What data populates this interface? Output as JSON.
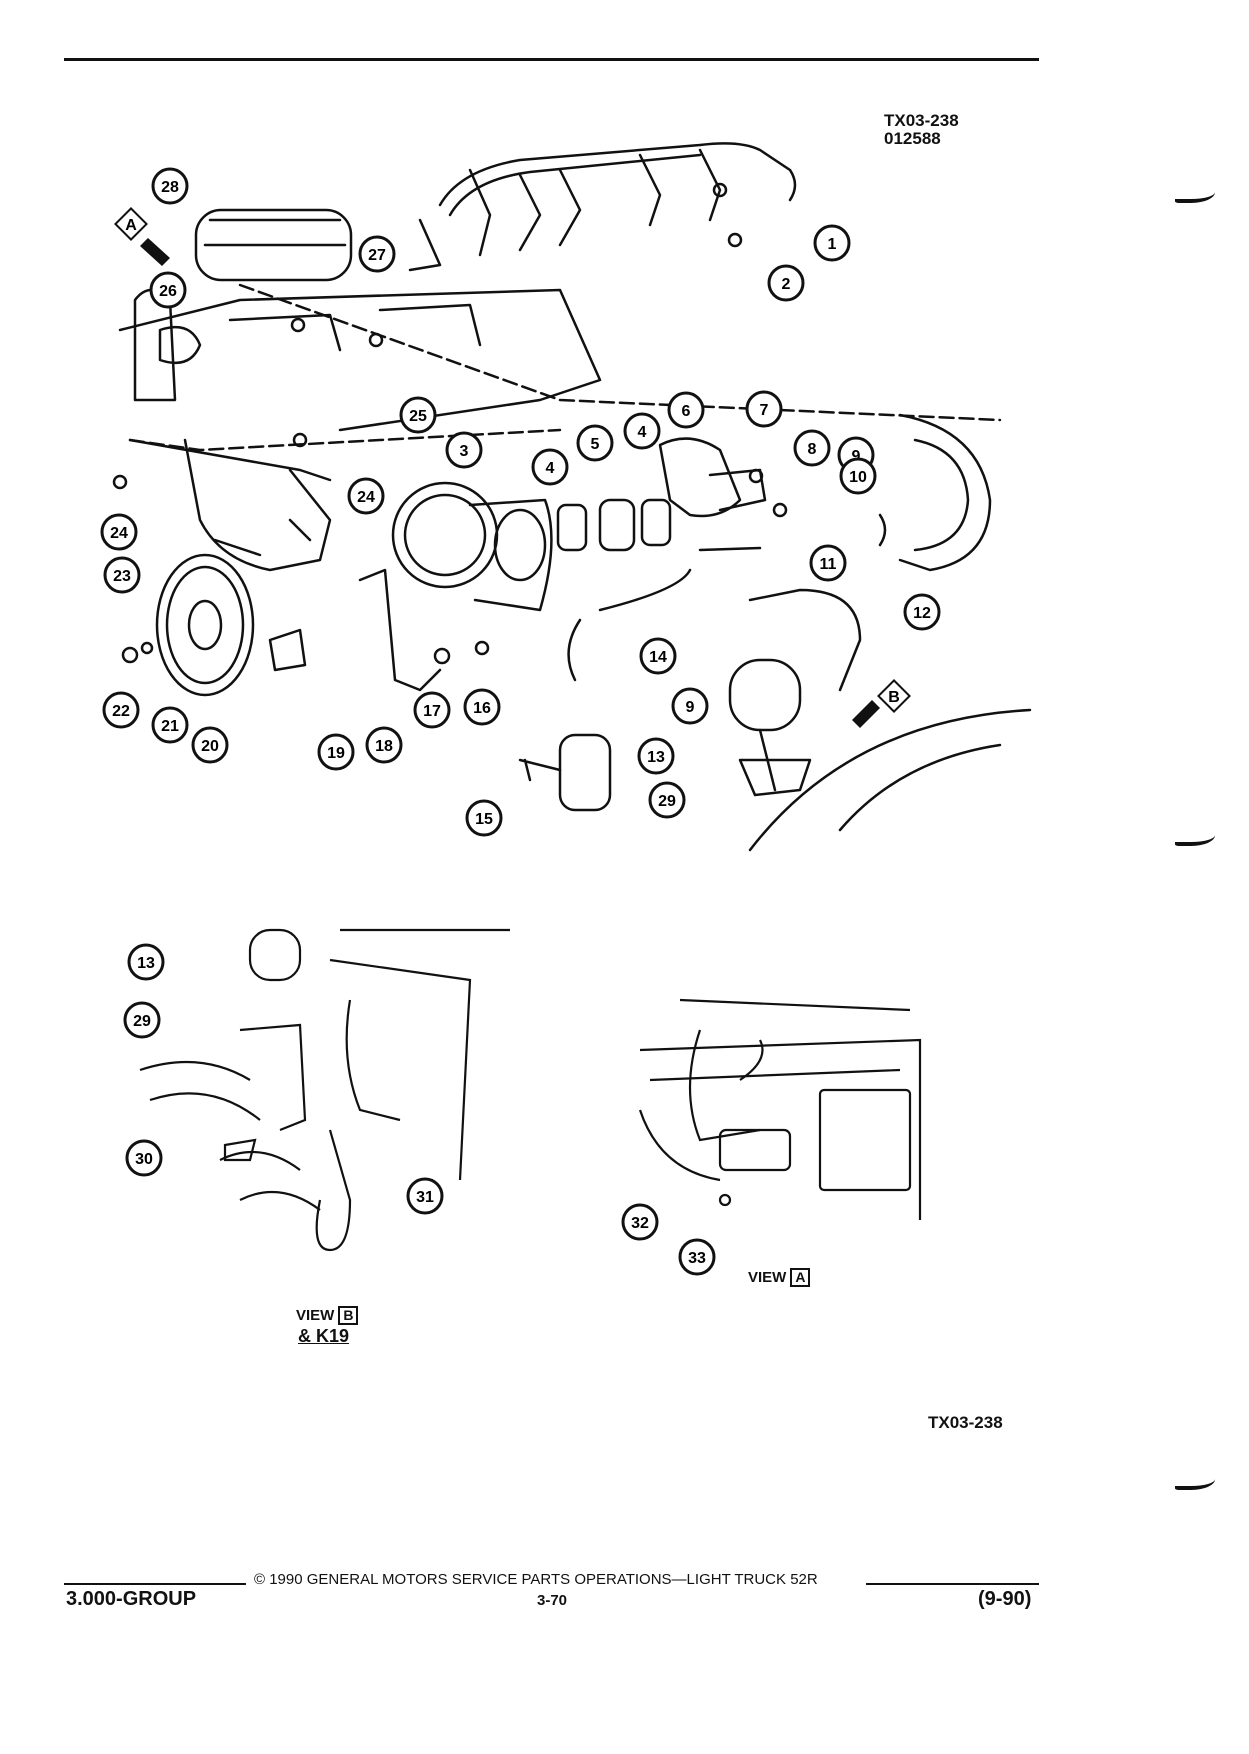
{
  "figure": {
    "id_line1": "TX03-238",
    "id_line2": "012588",
    "id_bottom": "TX03-238"
  },
  "callouts": [
    "1",
    "2",
    "3",
    "4",
    "4",
    "5",
    "6",
    "7",
    "8",
    "9",
    "9",
    "10",
    "11",
    "12",
    "13",
    "13",
    "14",
    "15",
    "16",
    "17",
    "18",
    "19",
    "20",
    "21",
    "22",
    "23",
    "24",
    "24",
    "25",
    "26",
    "27",
    "28",
    "29",
    "29",
    "30",
    "31",
    "32",
    "33"
  ],
  "view_markers": {
    "a": "A",
    "b": "B"
  },
  "views": {
    "b_label": "VIEW",
    "b_letter": "B",
    "b_sub": "& K19",
    "a_label": "VIEW",
    "a_letter": "A"
  },
  "footer": {
    "copyright": "© 1990 GENERAL MOTORS SERVICE PARTS OPERATIONS—LIGHT TRUCK 52R",
    "group": "3.000-GROUP",
    "page": "3-70",
    "date": "(9-90)"
  }
}
